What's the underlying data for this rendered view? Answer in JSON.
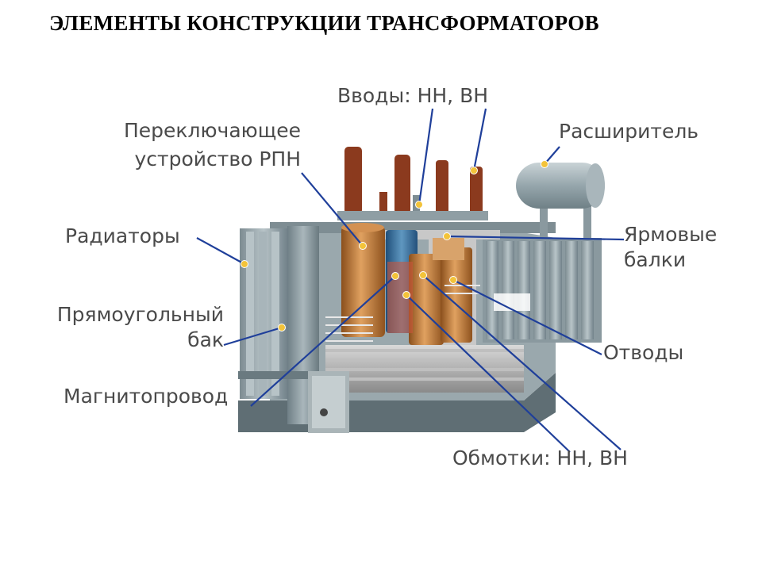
{
  "slide": {
    "title": "ЭЛЕМЕНТЫ КОНСТРУКЦИИ ТРАНСФОРМАТОРОВ"
  },
  "labels": {
    "bushings": "Вводы: НН, ВН",
    "tap_changer_line1": "Переключающее",
    "tap_changer_line2": "устройство РПН",
    "conservator": "Расширитель",
    "radiators": "Радиаторы",
    "yoke_beams_line1": "Ярмовые",
    "yoke_beams_line2": "балки",
    "tank_line1": "Прямоугольный",
    "tank_line2": "бак",
    "leads": "Отводы",
    "core": "Магнитопровод",
    "windings": "Обмотки: НН, ВН"
  },
  "colors": {
    "leader_line": "#1f3f9a",
    "marker_dot": "#f3c33a",
    "label_text": "#4a4a4a",
    "tank_gray": "#8c9aa0",
    "winding_copper": "#b9742e",
    "bushing_brown": "#8b3a1e"
  }
}
